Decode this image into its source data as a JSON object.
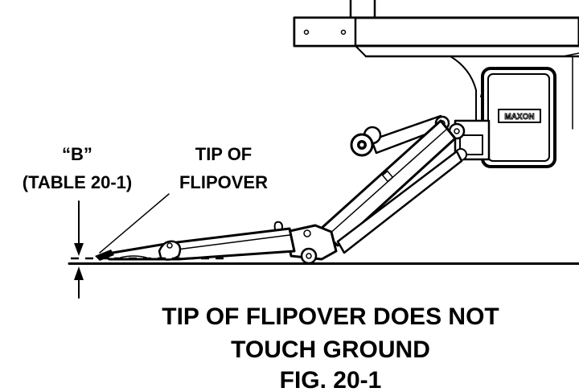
{
  "labels": {
    "b_dimension": "“B”",
    "table_ref": "(TABLE 20-1)",
    "tip_line1": "TIP OF",
    "tip_line2": "FLIPOVER",
    "brand": "MAXON"
  },
  "caption": {
    "line1": "TIP OF FLIPOVER DOES NOT",
    "line2": "TOUCH GROUND",
    "line3": "FIG. 20-1"
  }
}
